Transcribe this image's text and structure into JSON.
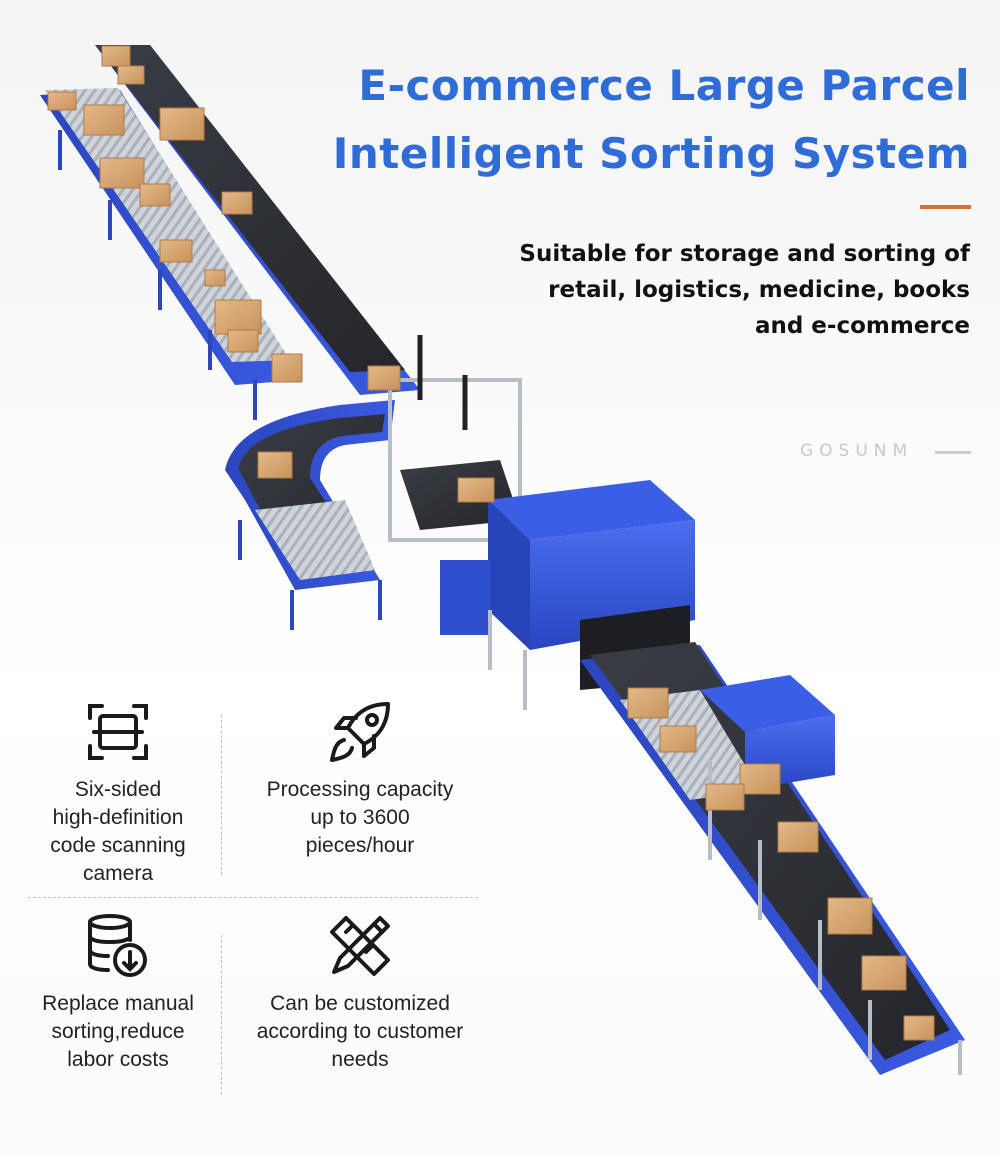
{
  "title": {
    "line1": "E-commerce Large Parcel",
    "line2": "Intelligent Sorting System"
  },
  "subtitle": {
    "line1": "Suitable for storage and sorting of",
    "line2": "retail, logistics, medicine, books",
    "line3": "and e-commerce"
  },
  "brand": "GOSUNM",
  "colors": {
    "title_blue": "#2f6cd8",
    "accent_orange": "#e0712d",
    "machine_blue": "#2f4fcf",
    "text_dark": "#222222"
  },
  "features": [
    {
      "icon": "scan-frame-icon",
      "lines": [
        "Six-sided",
        "high-definition",
        "code scanning",
        "camera"
      ]
    },
    {
      "icon": "rocket-icon",
      "lines": [
        "Processing capacity",
        "up to 3600",
        "pieces/hour"
      ]
    },
    {
      "icon": "database-download-icon",
      "lines": [
        "Replace manual",
        "sorting,reduce",
        "labor costs"
      ]
    },
    {
      "icon": "pencil-ruler-icon",
      "lines": [
        "Can be customized",
        "according to customer",
        "needs"
      ]
    }
  ]
}
